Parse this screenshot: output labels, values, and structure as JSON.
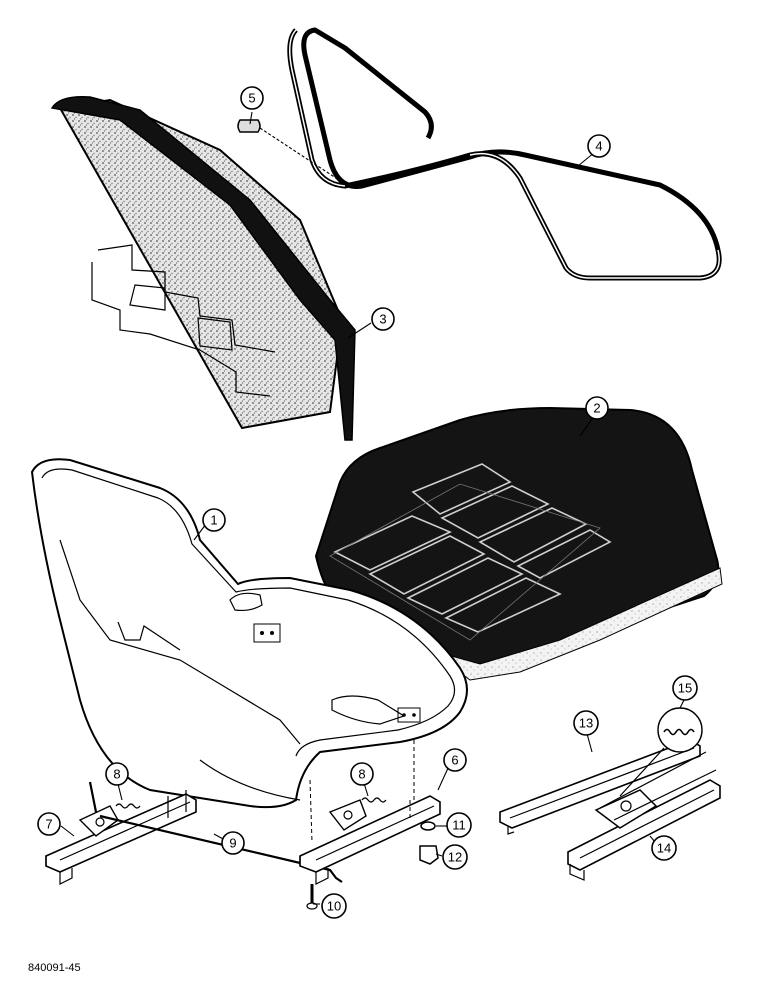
{
  "drawing_code": "840091-45",
  "callouts": [
    {
      "id": "1",
      "part": "seat-shell"
    },
    {
      "id": "2",
      "part": "seat-cushion"
    },
    {
      "id": "3",
      "part": "backrest-cushion"
    },
    {
      "id": "4",
      "part": "trim-molding"
    },
    {
      "id": "5",
      "part": "molding-joint-clip"
    },
    {
      "id": "6",
      "part": "right-seat-track"
    },
    {
      "id": "7",
      "part": "left-seat-track"
    },
    {
      "id": "8",
      "part": "track-spring"
    },
    {
      "id": "9",
      "part": "track-release-rod"
    },
    {
      "id": "10",
      "part": "bolt"
    },
    {
      "id": "11",
      "part": "lock-washer"
    },
    {
      "id": "12",
      "part": "nut"
    },
    {
      "id": "13",
      "part": "track-rail"
    },
    {
      "id": "14",
      "part": "track-assembly"
    },
    {
      "id": "15",
      "part": "spring"
    }
  ]
}
